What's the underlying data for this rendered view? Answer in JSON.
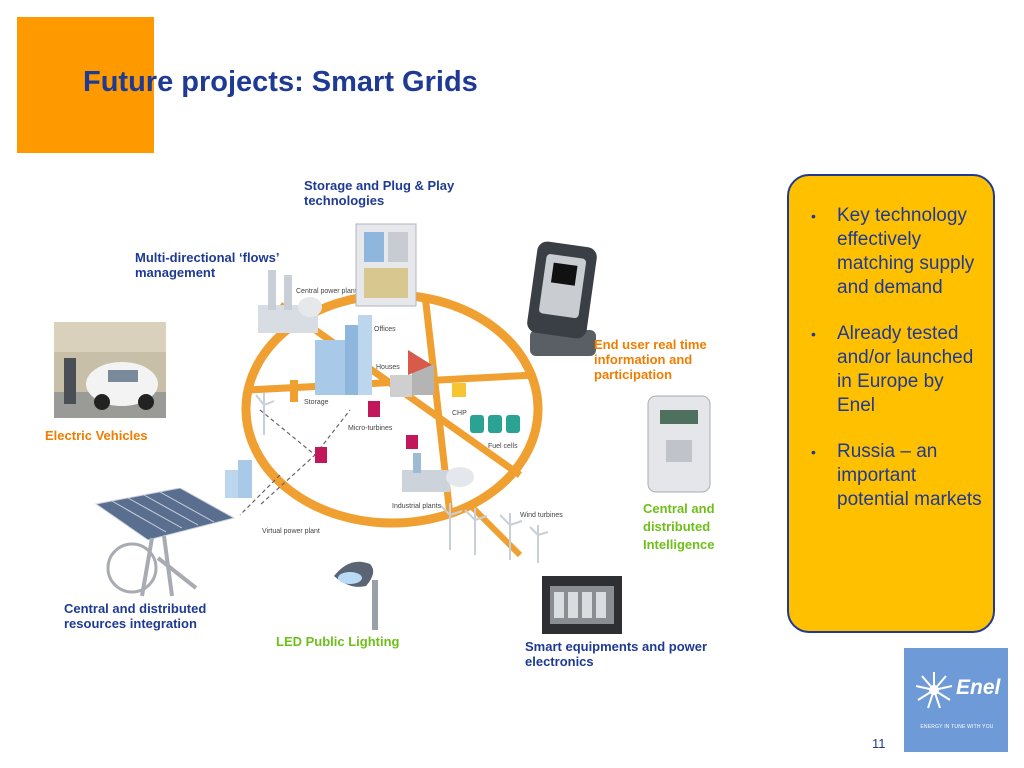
{
  "slide": {
    "title": "Future projects: Smart Grids",
    "page_number": "11"
  },
  "labels": {
    "storage": "Storage and Plug & Play technologies",
    "multi_flows": "Multi-directional ‘flows’ management",
    "end_user": "End user real time information and participation",
    "electric_vehicles": "Electric Vehicles",
    "central_intelligence": "Central and distributed Intelligence",
    "central_resources": "Central and distributed resources integration",
    "led_lighting": "LED Public Lighting",
    "smart_equipment": "Smart equipments and power electronics"
  },
  "diagram": {
    "central_power_plant": "Central power plant",
    "offices": "Offices",
    "houses": "Houses",
    "storage": "Storage",
    "chp": "CHP",
    "micro_turbines": "Micro-turbines",
    "fuel_cells": "Fuel cells",
    "industrial_plants": "Industrial plants",
    "wind_turbines": "Wind turbines",
    "virtual_power_plant": "Virtual power plant"
  },
  "bullets": [
    "Key technology effectively matching supply and demand",
    "Already tested and/or launched in Europe by Enel",
    "Russia – an important potential markets"
  ],
  "logo": {
    "name": "Enel",
    "tagline": "ENERGY IN TUNE WITH YOU"
  },
  "colors": {
    "title_blue": "#1f3a93",
    "accent_orange": "#ff9900",
    "box_yellow": "#ffc000",
    "label_green": "#6fbf1a",
    "label_orange": "#f07d00",
    "logo_blue": "#6f9ad8"
  }
}
